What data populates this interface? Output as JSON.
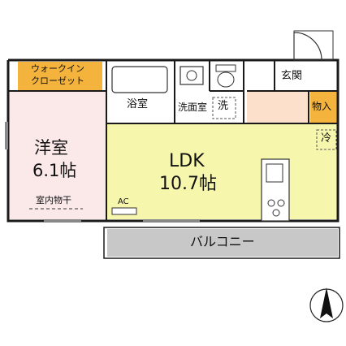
{
  "rooms": {
    "closet_line1": "ウォークイン",
    "closet_line2": "クローゼット",
    "bath": "浴室",
    "washroom": "洗面室",
    "washer": "洗",
    "entrance": "玄関",
    "storage": "物入",
    "fridge": "冷",
    "western_name": "洋室",
    "western_size": "6.1帖",
    "drying": "室内物干",
    "ldk_name": "LDK",
    "ldk_size": "10.7帖",
    "ac": "AC",
    "balcony": "バルコニー"
  },
  "colors": {
    "closet": "#f4b33c",
    "western": "#fbe9ea",
    "ldk": "#f6f7ad",
    "entrance": "#fde0cc",
    "storage": "#f4b33c",
    "balcony": "#c8c8c8",
    "wall": "#1a1a1a"
  }
}
